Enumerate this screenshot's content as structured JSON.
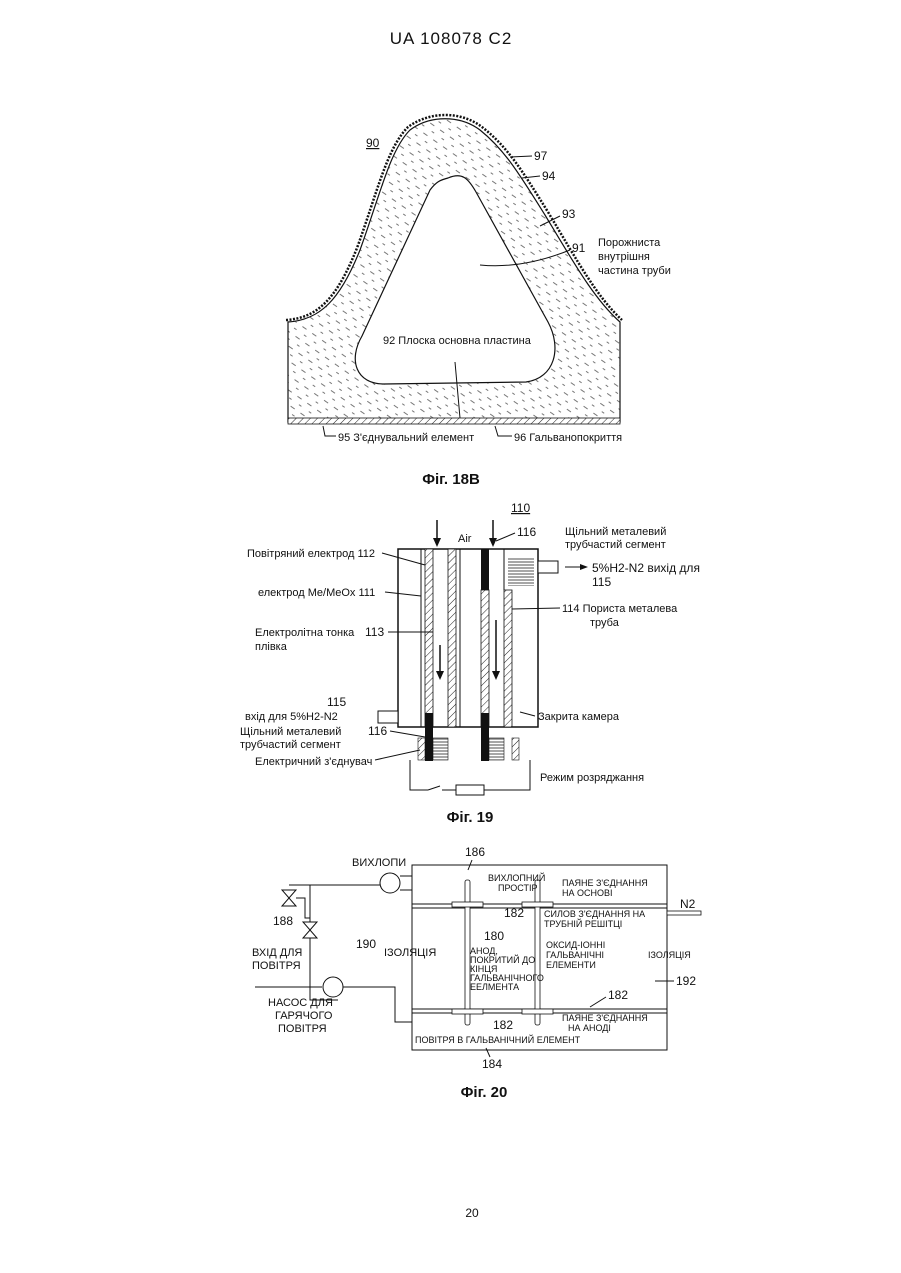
{
  "header": {
    "doc_id": "UA   108078   C2"
  },
  "fig18b": {
    "caption": "Фіг. 18В",
    "ref_90": "90",
    "ref_97": "97",
    "ref_94": "94",
    "ref_93": "93",
    "ref_91": "91",
    "hollow_line1": "Порожниста",
    "hollow_line2": "внутрішня",
    "hollow_line3": "частина труби",
    "flat_plate": "92 Плоска основна пластина",
    "connector": "95  З'єднувальний елемент",
    "plating": "96 Гальванопокриття"
  },
  "fig19": {
    "caption": "Фіг. 19",
    "ref_110": "110",
    "air": "Air",
    "ref_116_top": "116",
    "dense_seg_top_1": "Щільний металевий",
    "dense_seg_top_2": "трубчастий сегмент",
    "air_electrode": "Повітряний електрод 112",
    "meo_electrode": "електрод Me/MeOx 111",
    "electrolyte_1": "Електролітна тонка",
    "electrolyte_2": "плівка",
    "electrolyte_ref": "113",
    "output": "5%H2-N2 вихід для",
    "output_ref": "115",
    "porous_1": "114  Пориста металева",
    "porous_2": "труба",
    "input_ref": "115",
    "input": "вхід для 5%H2-N2",
    "dense_seg_bot_1": "Щільний металевий",
    "dense_seg_bot_ref": "116",
    "dense_seg_bot_2": "трубчастий сегмент",
    "closed_chamber": "Закрита камера",
    "connector": "Електричний з'єднувач",
    "discharge": "Режим розряджання"
  },
  "fig20": {
    "caption": "Фіг. 20",
    "exhaust": "ВИХЛОПИ",
    "ref_186": "186",
    "exhaust_space_1": "ВИХЛОПНИЙ",
    "exhaust_space_2": "ПРОСТІР",
    "solder_base_1": "ПАЯНЕ З'ЄДНАННЯ",
    "solder_base_2": "НА ОСНОВІ",
    "n2": "N2",
    "ref_188": "188",
    "ref_182a": "182",
    "tube_sheet_1": "СИЛОВ З'ЄДНАННЯ НА",
    "tube_sheet_2": "ТРУБНІЙ РЕШІТЦІ",
    "ref_180": "180",
    "ref_190": "190",
    "air_in_1": "ВХІД ДЛЯ",
    "air_in_2": "ПОВІТРЯ",
    "insulation_left": "ІЗОЛЯЦІЯ",
    "anode_1": "АНОД,",
    "anode_2": "ПОКРИТИЙ ДО",
    "anode_3": "КІНЦЯ",
    "anode_4": "ГАЛЬВАНІЧНОГО",
    "anode_5": "ЕЕЛМЕНТА",
    "oxide_1": "ОКСИД-ІОННІ",
    "oxide_2": "ГАЛЬВАНІЧНІ",
    "oxide_3": "ЕЛЕМЕНТИ",
    "insulation_right": "ІЗОЛЯЦІЯ",
    "ref_192": "192",
    "pump_1": "НАСОС ДЛЯ",
    "pump_2": "ГАРЯЧОГО",
    "pump_3": "ПОВІТРЯ",
    "ref_182b": "182",
    "ref_182c": "182",
    "solder_anode_1": "ПАЯНЕ З'ЄДНАННЯ",
    "solder_anode_2": "НА АНОДІ",
    "air_to_cell": "ПОВІТРЯ В ГАЛЬВАНІЧНИЙ ЕЛЕМЕНТ",
    "ref_184": "184"
  },
  "footer": {
    "page_number": "20"
  }
}
